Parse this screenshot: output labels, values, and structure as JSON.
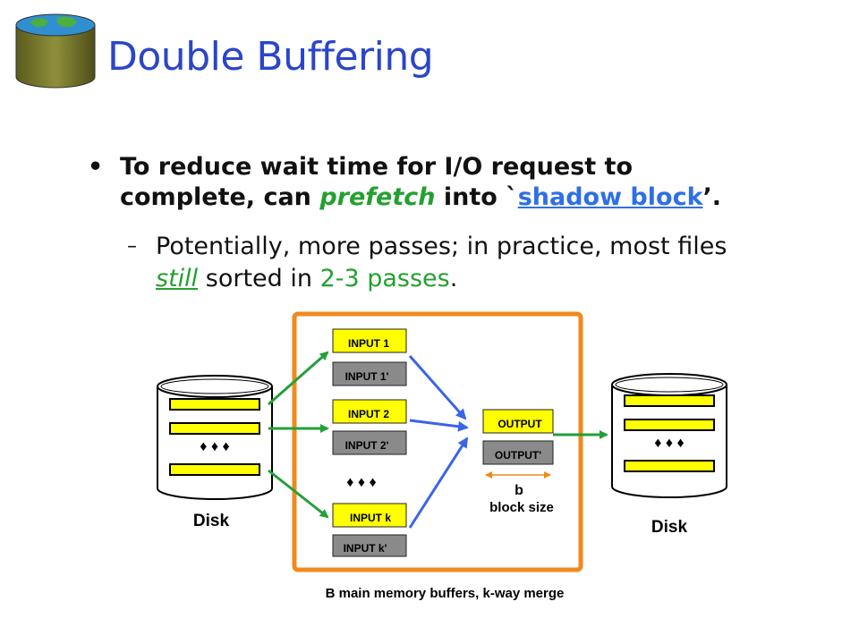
{
  "slide": {
    "title": "Double Buffering",
    "bullet1": {
      "part1": "To reduce wait time for I/O request to complete, can ",
      "prefetch": "prefetch",
      "part2": " into `",
      "shadow_block": "shadow block",
      "part3": "’."
    },
    "bullet2": {
      "part1": "Potentially, more passes; in practice, most files ",
      "still": "still",
      "part2": " sorted in ",
      "passes_count": "2-3 passes",
      "part3": "."
    }
  },
  "diagram": {
    "input_buffers": [
      {
        "primary": "INPUT 1",
        "shadow": "INPUT 1'"
      },
      {
        "primary": "INPUT 2",
        "shadow": "INPUT 2'"
      },
      {
        "primary": "INPUT k",
        "shadow": "INPUT k'"
      }
    ],
    "output_buffer": {
      "primary": "OUTPUT",
      "shadow": "OUTPUT'"
    },
    "left_disk_label": "Disk",
    "right_disk_label": "Disk",
    "b_label": "b",
    "block_size_label": "block size",
    "memory_caption": "B main memory buffers, k-way merge",
    "colors": {
      "title": "#2b45c9",
      "memory_border": "#f08a1d",
      "primary_buffer": "#ffff00",
      "shadow_buffer": "#8a8a8a",
      "green_arrow": "#22a03a",
      "blue_arrow": "#3a64e8",
      "link": "#2f6fe6"
    }
  }
}
